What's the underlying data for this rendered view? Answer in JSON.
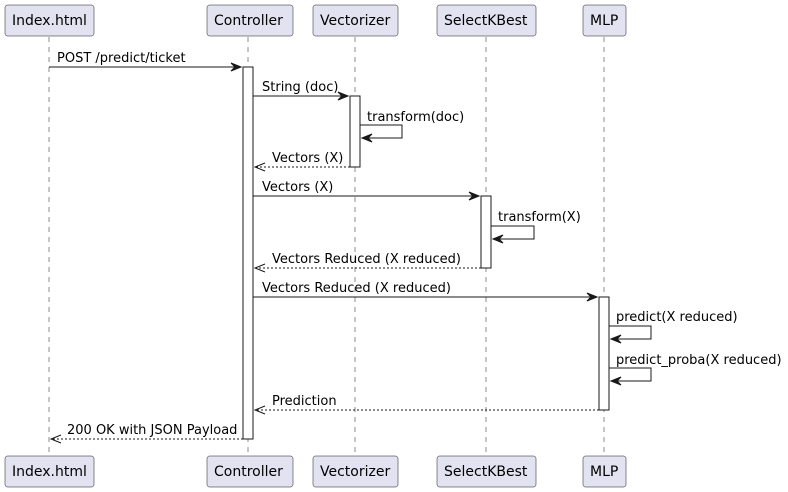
{
  "participants": [
    {
      "id": "index",
      "label": "Index.html"
    },
    {
      "id": "controller",
      "label": "Controller"
    },
    {
      "id": "vectorizer",
      "label": "Vectorizer"
    },
    {
      "id": "selectkbest",
      "label": "SelectKBest"
    },
    {
      "id": "mlp",
      "label": "MLP"
    }
  ],
  "messages": [
    {
      "from": "index",
      "to": "controller",
      "label": "POST /predict/ticket",
      "style": "solid"
    },
    {
      "from": "controller",
      "to": "vectorizer",
      "label": "String (doc)",
      "style": "solid"
    },
    {
      "from": "vectorizer",
      "to": "vectorizer",
      "label": "transform(doc)",
      "style": "self"
    },
    {
      "from": "vectorizer",
      "to": "controller",
      "label": "Vectors (X)",
      "style": "dashed"
    },
    {
      "from": "controller",
      "to": "selectkbest",
      "label": "Vectors (X)",
      "style": "solid"
    },
    {
      "from": "selectkbest",
      "to": "selectkbest",
      "label": "transform(X)",
      "style": "self"
    },
    {
      "from": "selectkbest",
      "to": "controller",
      "label": "Vectors Reduced (X reduced)",
      "style": "dashed"
    },
    {
      "from": "controller",
      "to": "mlp",
      "label": "Vectors Reduced (X reduced)",
      "style": "solid"
    },
    {
      "from": "mlp",
      "to": "mlp",
      "label": "predict(X reduced)",
      "style": "self"
    },
    {
      "from": "mlp",
      "to": "mlp",
      "label": "predict_proba(X reduced)",
      "style": "self"
    },
    {
      "from": "mlp",
      "to": "controller",
      "label": "Prediction",
      "style": "dashed"
    },
    {
      "from": "controller",
      "to": "index",
      "label": "200 OK with JSON Payload",
      "style": "dashed"
    }
  ],
  "colors": {
    "participant_fill": "#e2e2f0",
    "stroke": "#181818",
    "activation_fill": "#ffffff"
  }
}
